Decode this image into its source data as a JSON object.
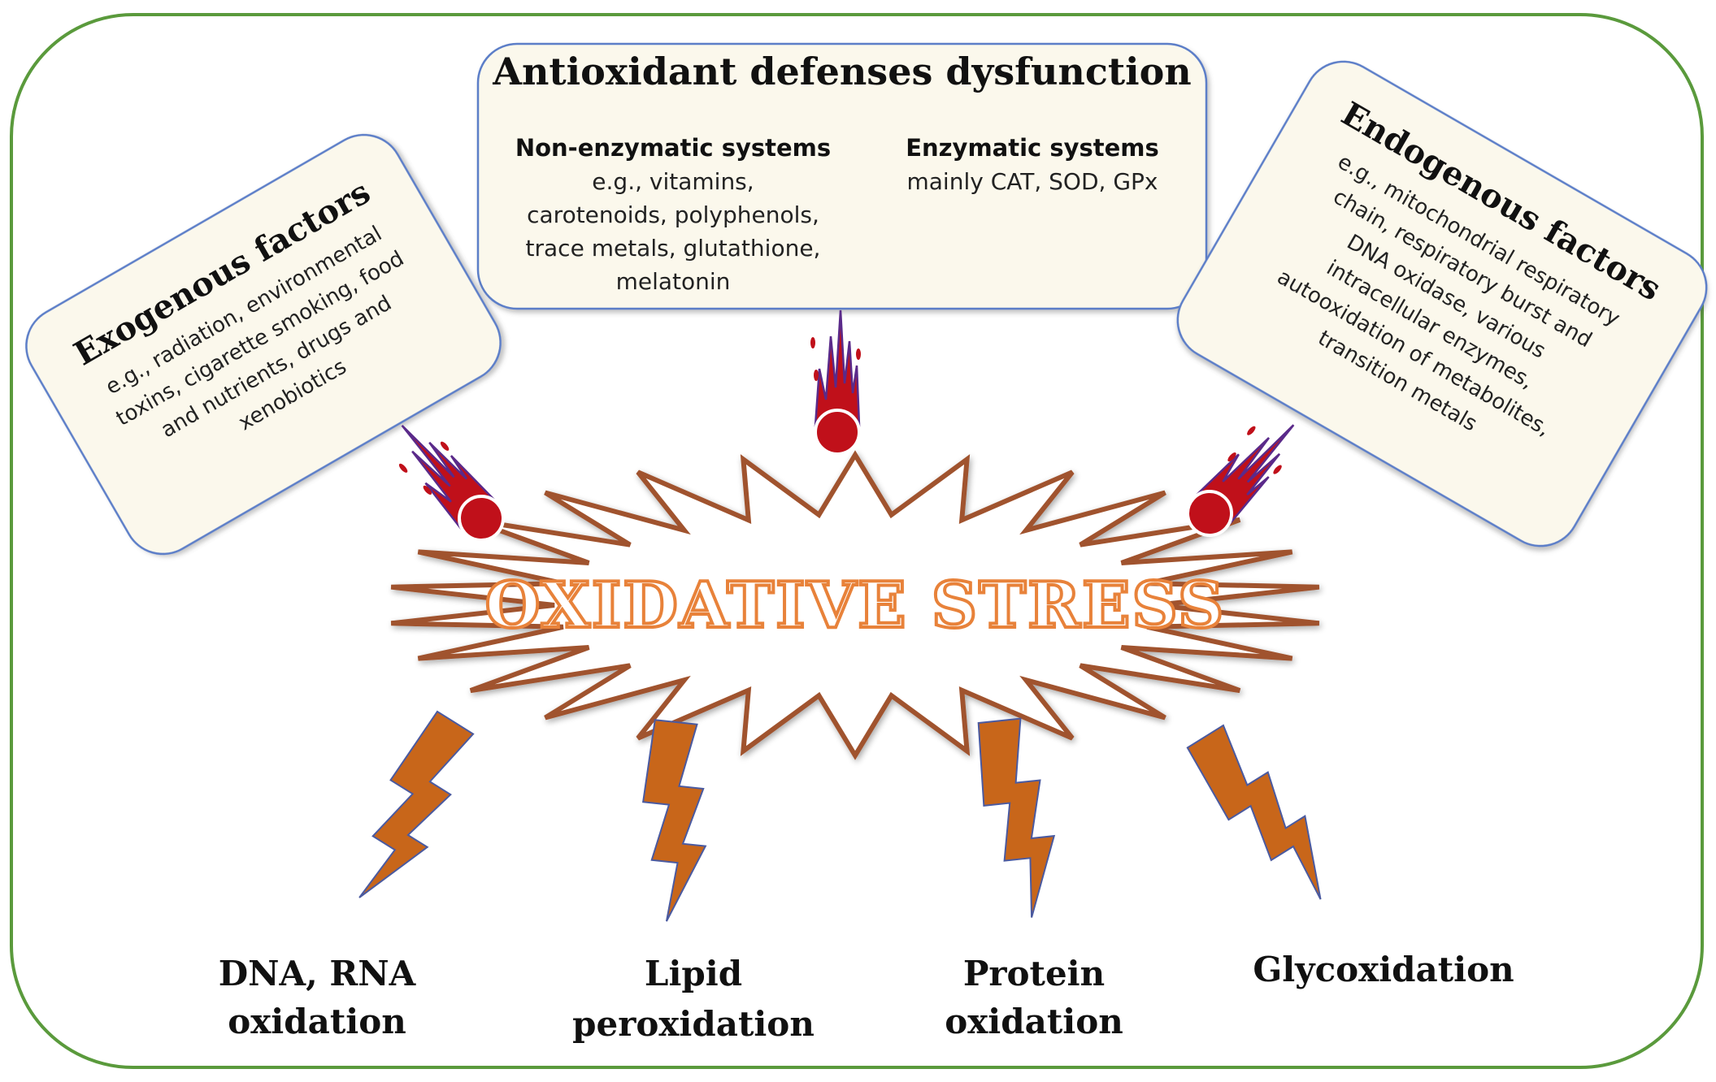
{
  "title": {
    "text": "OXIDATIVE STRESS",
    "color": "#e8823a",
    "outline": "#c25a1a"
  },
  "antioxidant": {
    "title": "Antioxidant defenses dysfunction",
    "non_enzymatic": {
      "heading": "Non-enzymatic systems",
      "lines": [
        "e.g., vitamins,",
        "carotenoids, polyphenols,",
        "trace metals, glutathione,",
        "melatonin"
      ]
    },
    "enzymatic": {
      "heading": "Enzymatic systems",
      "lines": [
        "mainly CAT, SOD, GPx"
      ]
    }
  },
  "exogenous": {
    "title": "Exogenous factors",
    "lines": [
      "e.g., radiation, environmental",
      "toxins, cigarette smoking, food",
      "and nutrients, drugs and",
      "xenobiotics"
    ]
  },
  "endogenous": {
    "title": "Endogenous factors",
    "lines": [
      "e.g., mitochondrial respiratory",
      "chain, respiratory burst and",
      "DNA oxidase, various",
      "intracellular enzymes,",
      "autooxidation of metabolites,",
      "transition metals"
    ]
  },
  "outcomes": [
    {
      "lines": [
        "DNA, RNA",
        "oxidation"
      ]
    },
    {
      "lines": [
        "Lipid",
        "peroxidation"
      ]
    },
    {
      "lines": [
        "Protein",
        "oxidation"
      ]
    },
    {
      "lines": [
        "Glycoxidation"
      ]
    }
  ],
  "colors": {
    "frame_border": "#5a9a3c",
    "box_fill": "#fbf8ec",
    "box_border": "#5b7ec8",
    "burst_stroke": "#a0522d",
    "fire": "#c0101a",
    "fire_outline": "#5a2a8a",
    "bolt_fill": "#c8661a",
    "bolt_stroke": "#4a5aa0",
    "text_dark": "#111111"
  },
  "icons": {
    "meteor": "fireball-icon",
    "bolt": "lightning-bolt-icon",
    "burst": "starburst-shape"
  }
}
